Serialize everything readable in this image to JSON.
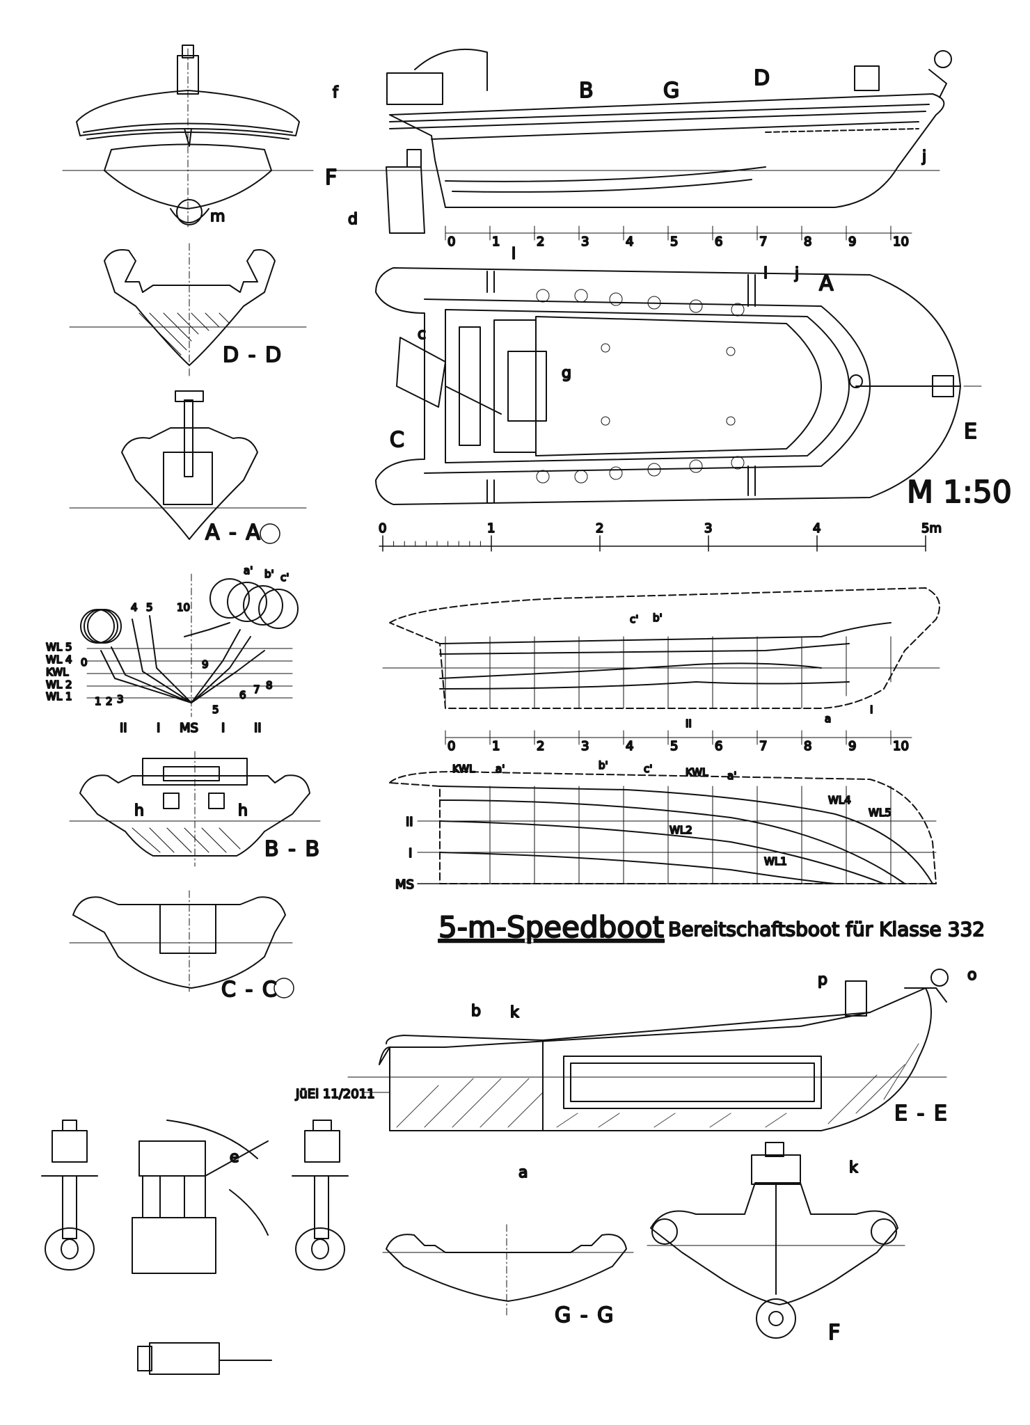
{
  "title": "5-m-Speedboot",
  "subtitle": "Bereitschaftsboot für Klasse 332",
  "scale": "M 1:50",
  "author": "JüEi 11/2011",
  "sections": {
    "dd": "D - D",
    "aa": "A - A",
    "bb": "B - B",
    "cc": "C - C",
    "ee": "E - E",
    "gg": "G - G"
  },
  "section_markers": {
    "b": "B",
    "g": "G",
    "d": "D",
    "a": "A",
    "c": "C",
    "e": "E",
    "f": "F",
    "f2": "F"
  },
  "part_labels": {
    "f": "f",
    "d": "d",
    "j": "j",
    "m": "m",
    "l1": "l",
    "l2": "l",
    "j2": "j",
    "c": "c",
    "g": "g",
    "h1": "h",
    "h2": "h",
    "b": "b",
    "k1": "k",
    "k2": "k",
    "p": "p",
    "o": "o",
    "a": "a",
    "e": "e"
  },
  "station_ticks": [
    "0",
    "1",
    "2",
    "3",
    "4",
    "5",
    "6",
    "7",
    "8",
    "9",
    "10"
  ],
  "scale_bar": [
    "0",
    "1",
    "2",
    "3",
    "4",
    "5m"
  ],
  "body_plan": {
    "waterlines": [
      "WL 5",
      "WL 4",
      "KWL",
      "WL 2",
      "WL 1"
    ],
    "left_stations": [
      "0",
      "1",
      "2",
      "3",
      "4",
      "5"
    ],
    "right_stations": [
      "10",
      "9",
      "8",
      "7",
      "6",
      "5"
    ],
    "buttocks": [
      "II",
      "I",
      "MS",
      "I",
      "II"
    ],
    "tubes": [
      "a'",
      "b'",
      "c'"
    ]
  },
  "profile_labels": {
    "c1": "c'",
    "b1": "b'",
    "two": "II",
    "a": "a",
    "one": "I"
  },
  "plan_labels": {
    "kwl1": "KWL",
    "a1": "a'",
    "b1": "b'",
    "c1": "c'",
    "kwl2": "KWL",
    "a2": "a'",
    "wl4": "WL4",
    "wl5": "WL5",
    "wl2": "WL2",
    "wl1": "WL1",
    "ii": "II",
    "i": "I",
    "ms": "MS"
  }
}
